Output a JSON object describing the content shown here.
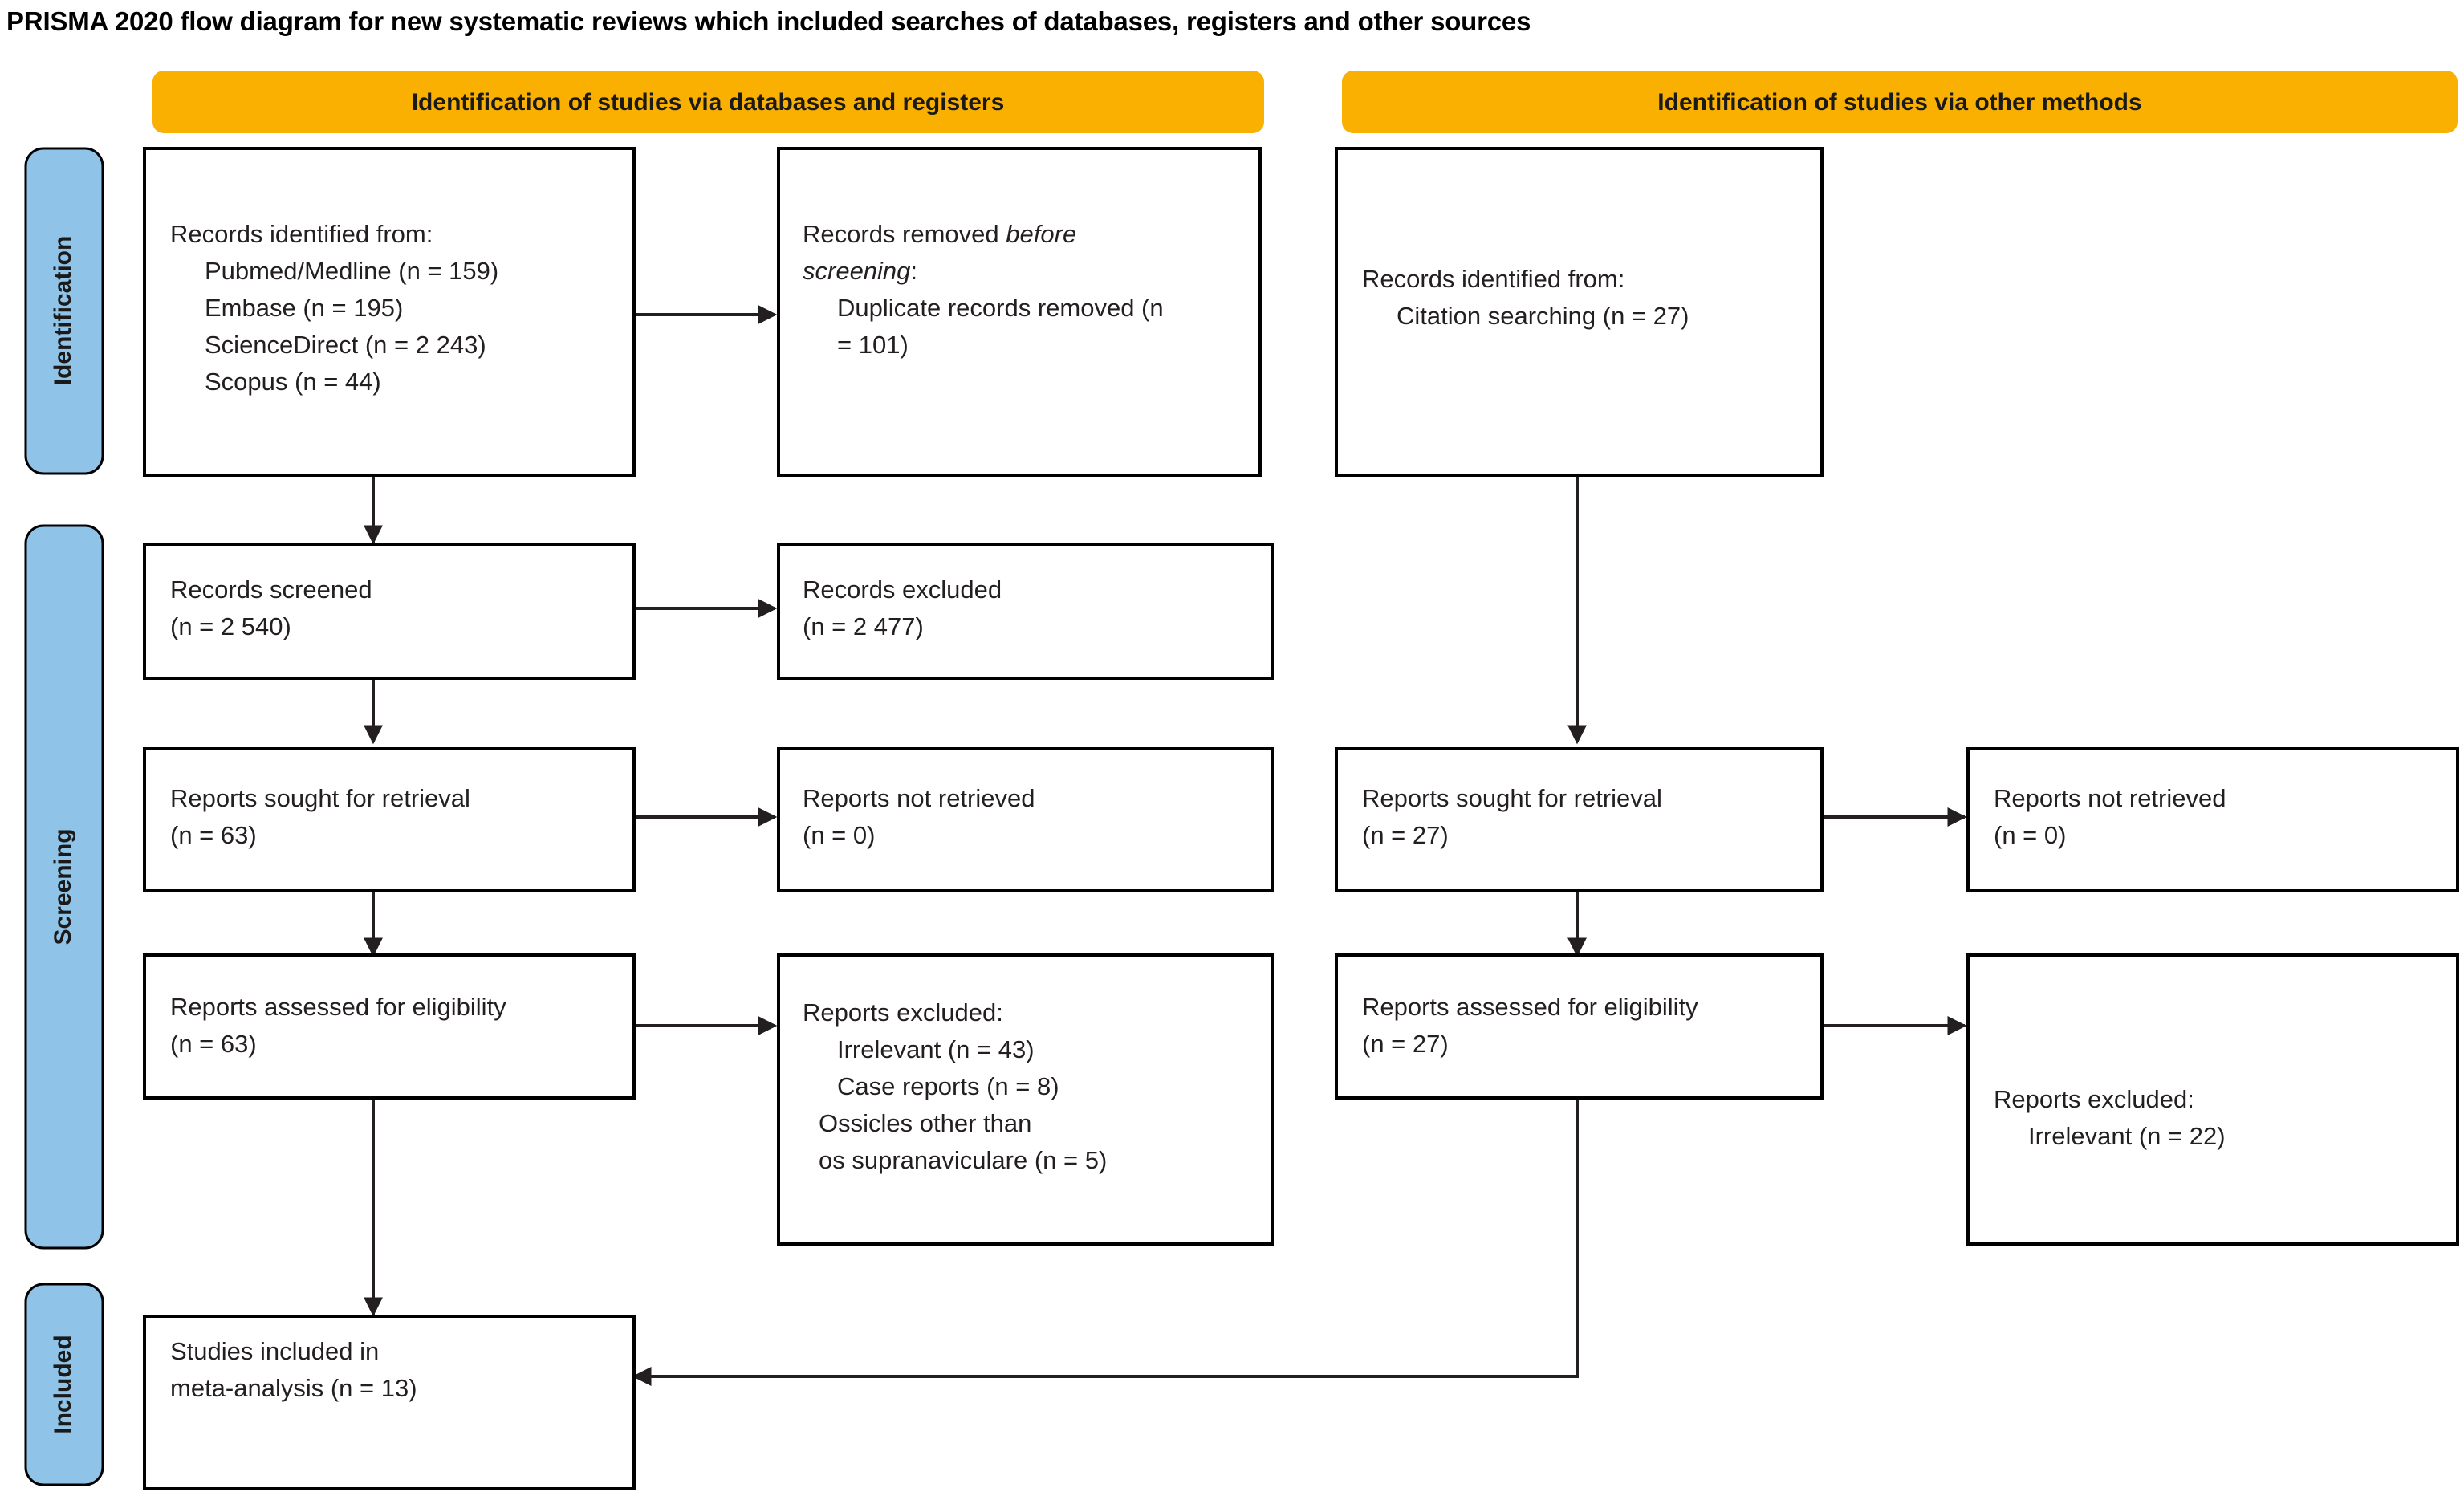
{
  "page": {
    "title": "PRISMA 2020 flow diagram for new systematic reviews which included searches of databases, registers and other sources",
    "background_color": "#ffffff"
  },
  "colors": {
    "header_band": "#f9b000",
    "stage_band": "#8fc4e8",
    "box_stroke": "#000000",
    "text": "#231f20",
    "connector": "#231f20"
  },
  "headers": {
    "left": "Identification of studies via databases and registers",
    "right": "Identification of studies via other methods"
  },
  "stages": {
    "identification": "Identification",
    "screening": "Screening",
    "included": "Included"
  },
  "boxes": {
    "records_identified_db": {
      "lines": [
        {
          "text": "Records identified from:",
          "indent": 0
        },
        {
          "text": "Pubmed/Medline (n = 159)",
          "indent": 1
        },
        {
          "text": "Embase (n = 195)",
          "indent": 1
        },
        {
          "text": "ScienceDirect (n = 2 243)",
          "indent": 1
        },
        {
          "text": "Scopus (n = 44)",
          "indent": 1
        }
      ]
    },
    "records_removed": {
      "lines": [
        {
          "text": "Records removed ",
          "indent": 0,
          "italic_tail": "before"
        },
        {
          "text": "screening",
          "indent": 0,
          "italic": true,
          "tail": ":"
        },
        {
          "text": "Duplicate records removed  (n",
          "indent": 1
        },
        {
          "text": "= 101)",
          "indent": 1
        }
      ]
    },
    "records_identified_other": {
      "lines": [
        {
          "text": "Records identified from:",
          "indent": 0
        },
        {
          "text": "Citation searching (n = 27)",
          "indent": 1
        }
      ]
    },
    "records_screened": {
      "lines": [
        {
          "text": "Records screened",
          "indent": 0
        },
        {
          "text": "(n = 2 540)",
          "indent": 0
        }
      ]
    },
    "records_excluded": {
      "lines": [
        {
          "text": "Records excluded",
          "indent": 0
        },
        {
          "text": "(n = 2 477)",
          "indent": 0
        }
      ]
    },
    "reports_sought_db": {
      "lines": [
        {
          "text": "Reports sought for retrieval",
          "indent": 0
        },
        {
          "text": "(n = 63)",
          "indent": 0
        }
      ]
    },
    "reports_not_retrieved_db": {
      "lines": [
        {
          "text": "Reports not retrieved",
          "indent": 0
        },
        {
          "text": "(n = 0)",
          "indent": 0
        }
      ]
    },
    "reports_sought_other": {
      "lines": [
        {
          "text": "Reports sought for retrieval",
          "indent": 0
        },
        {
          "text": "(n = 27)",
          "indent": 0
        }
      ]
    },
    "reports_not_retrieved_other": {
      "lines": [
        {
          "text": "Reports not retrieved",
          "indent": 0
        },
        {
          "text": "(n = 0)",
          "indent": 0
        }
      ]
    },
    "reports_assessed_db": {
      "lines": [
        {
          "text": "Reports assessed for eligibility",
          "indent": 0
        },
        {
          "text": "(n = 63)",
          "indent": 0
        }
      ]
    },
    "reports_excluded_db": {
      "lines": [
        {
          "text": "Reports excluded:",
          "indent": 0
        },
        {
          "text": "Irrelevant (n = 43)",
          "indent": 1
        },
        {
          "text": "Case reports (n = 8)",
          "indent": 1
        },
        {
          "text": "Ossicles other than",
          "indent": 1
        },
        {
          "text": "os supranaviculare (n = 5)",
          "indent": 1
        }
      ]
    },
    "reports_assessed_other": {
      "lines": [
        {
          "text": "Reports assessed for eligibility",
          "indent": 0
        },
        {
          "text": "(n = 27)",
          "indent": 0
        }
      ]
    },
    "reports_excluded_other": {
      "lines": [
        {
          "text": "Reports excluded:",
          "indent": 0
        },
        {
          "text": "Irrelevant (n = 22)",
          "indent": 1
        }
      ]
    },
    "studies_included": {
      "lines": [
        {
          "text": "Studies included in",
          "indent": 0
        },
        {
          "text": "meta-analysis (n = 13)",
          "indent": 0
        }
      ]
    }
  },
  "chart_data": {
    "type": "diagram",
    "title": "PRISMA 2020 flow diagram for new systematic reviews which included searches of databases, registers and other sources",
    "counts": {
      "pubmed_medline": 159,
      "embase": 195,
      "sciencedirect": 2243,
      "scopus": 44,
      "duplicate_records_removed": 101,
      "citation_searching": 27,
      "records_screened": 2540,
      "records_excluded": 2477,
      "reports_sought_db": 63,
      "reports_not_retrieved_db": 0,
      "reports_assessed_db": 63,
      "excluded_irrelevant_db": 43,
      "excluded_case_reports_db": 8,
      "excluded_ossicles_db": 5,
      "reports_sought_other": 27,
      "reports_not_retrieved_other": 0,
      "reports_assessed_other": 27,
      "excluded_irrelevant_other": 22,
      "studies_included_meta_analysis": 13
    }
  }
}
